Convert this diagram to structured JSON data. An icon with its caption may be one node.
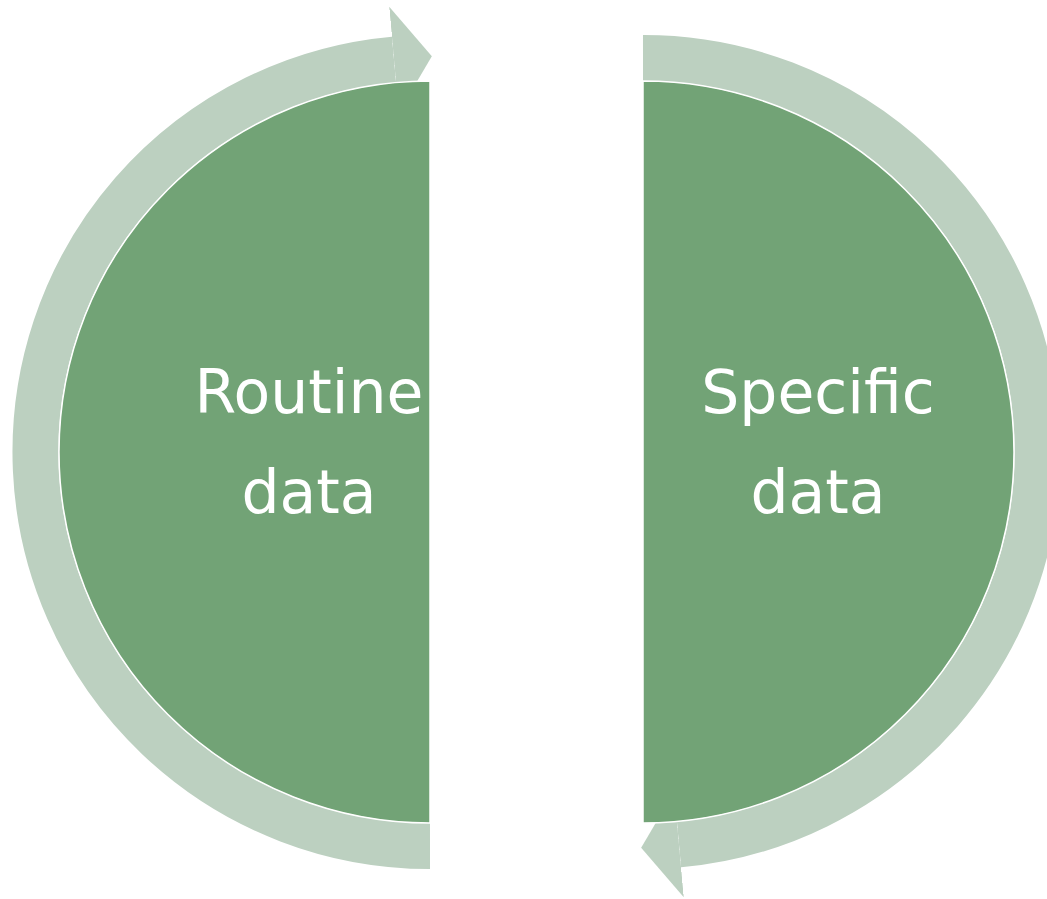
{
  "diagram": {
    "nodes": [
      {
        "text": [
          "Routine data"
        ]
      },
      {
        "text": [
          "Specific data"
        ]
      }
    ],
    "edges": [
      {
        "from": 0,
        "to": 0,
        "arrow": "to"
      },
      {
        "from": 1,
        "to": 1,
        "arrow": "to"
      }
    ]
  }
}
